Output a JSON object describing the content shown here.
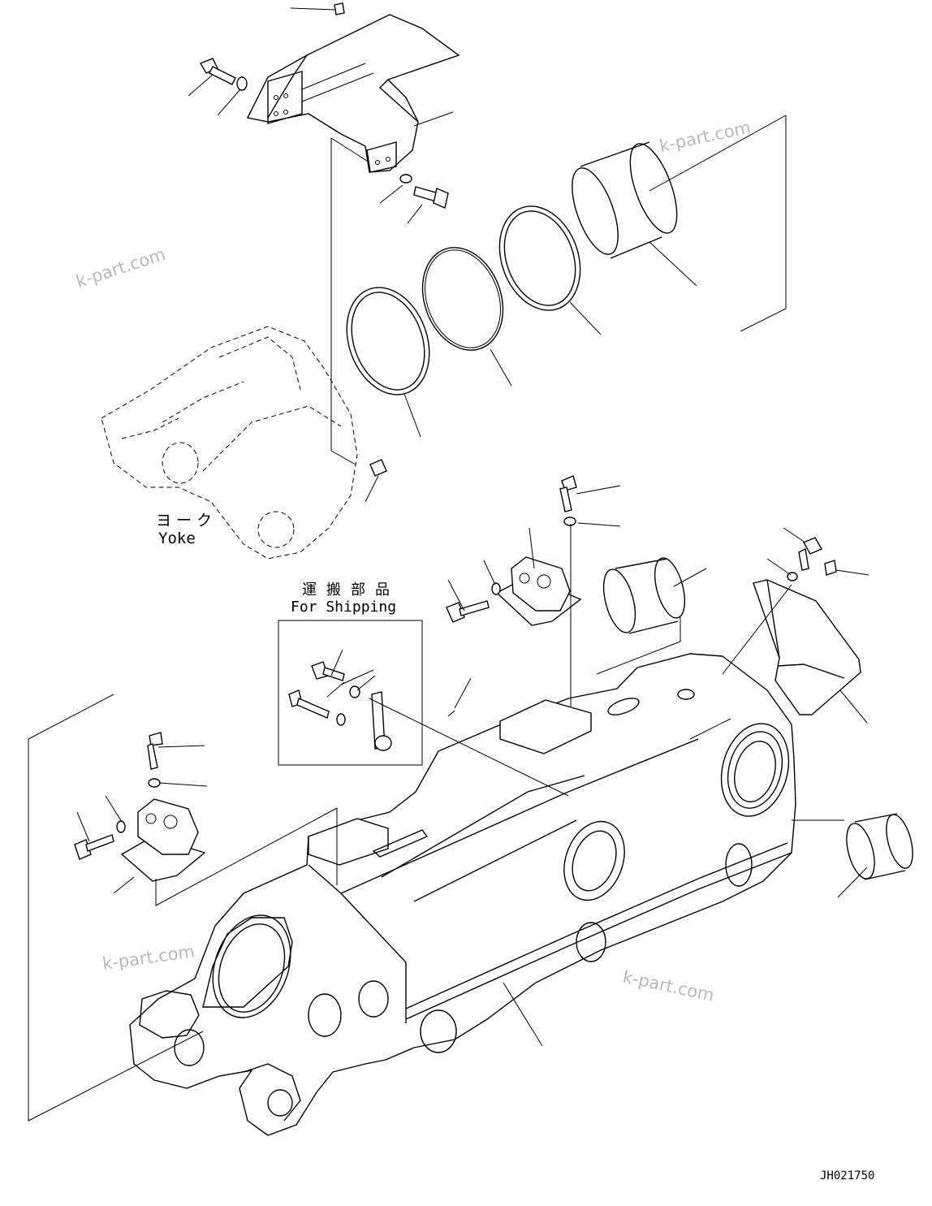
{
  "labels": {
    "yoke_jp": "ヨーク",
    "yoke_en": "Yoke",
    "shipping_jp": "運搬部品",
    "shipping_en": "For Shipping",
    "drawing_id": "JH021750"
  },
  "watermarks": [
    "k-part.com",
    "k-part.com",
    "k-part.com",
    "k-part.com"
  ]
}
